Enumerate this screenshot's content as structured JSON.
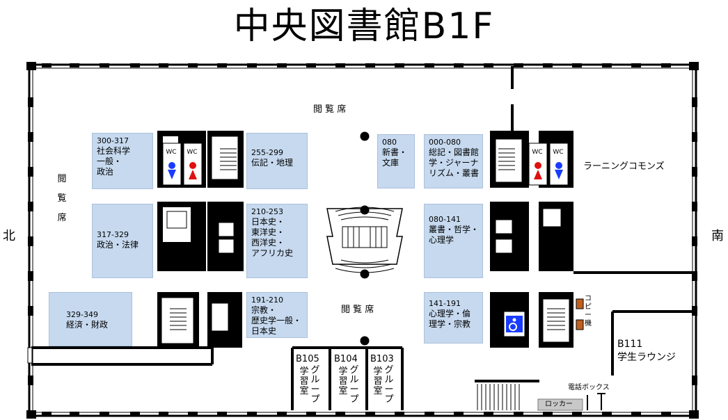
{
  "title": "中央図書館B1F",
  "compass": {
    "north": "北",
    "south": "南"
  },
  "reading_areas": {
    "top": "閲 覧 席",
    "middle": "閲 覧 席",
    "left": "閲\n覧\n席"
  },
  "zones": [
    {
      "code": "300-317",
      "text": "社会科学\n一般・\n政治"
    },
    {
      "code": "317-329",
      "text": "政治・法律"
    },
    {
      "code": "329-349",
      "text": "経済・財政"
    },
    {
      "code": "255-299",
      "text": "伝記・地理"
    },
    {
      "code": "210-253",
      "text": "日本史・\n東洋史・\n西洋史・\nアフリカ史"
    },
    {
      "code": "191-210",
      "text": "宗教・\n歴史学一般・\n日本史"
    },
    {
      "code": "080",
      "text": "新書・\n文庫"
    },
    {
      "code": "000-080",
      "text": "総記・図書館\n学・ジャーナ\nリズム・叢書"
    },
    {
      "code": "080-141",
      "text": "叢書・哲学・\n心理学"
    },
    {
      "code": "141-191",
      "text": "心理学・倫\n理学・宗教"
    }
  ],
  "wc_label": "WC",
  "learning_commons": "ラーニングコモンズ",
  "copier": "コ\nピ\nー\n機",
  "lounge": {
    "number": "B111",
    "name": "学生ラウンジ"
  },
  "group_rooms": [
    {
      "number": "B105",
      "name": "学\n習\n室",
      "name2": "グ\nル\nー\nプ"
    },
    {
      "number": "B104",
      "name": "学\n習\n室",
      "name2": "グ\nル\nー\nプ"
    },
    {
      "number": "B103",
      "name": "学\n習\n室",
      "name2": "グ\nル\nー\nプ"
    }
  ],
  "phone_box": "電話ボックス",
  "locker": "ロッカー"
}
